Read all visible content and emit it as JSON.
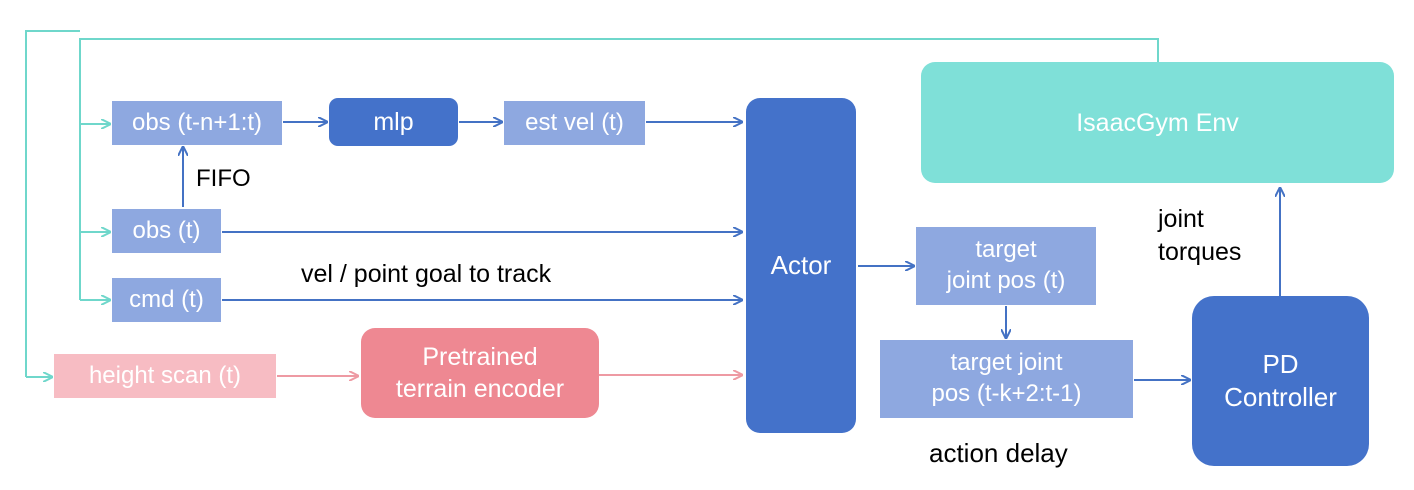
{
  "nodes": {
    "obs_hist": "obs (t-n+1:t)",
    "mlp": "mlp",
    "est_vel": "est vel (t)",
    "obs": "obs (t)",
    "cmd": "cmd (t)",
    "height_scan": "height scan (t)",
    "terrain_encoder": "Pretrained\nterrain encoder",
    "actor": "Actor",
    "target_joint_pos": "target\njoint pos (t)",
    "target_joint_pos_hist": "target joint\npos (t-k+2:t-1)",
    "pd_controller": "PD\nController",
    "env": "IsaacGym Env"
  },
  "labels": {
    "fifo": "FIFO",
    "command_note": "vel / point goal to track",
    "joint_torques": "joint\ntorques",
    "action_delay": "action delay"
  },
  "colors": {
    "dark_blue": "#4472CA",
    "light_blue": "#8EA8E0",
    "teal": "#7FE0D8",
    "pink": "#EE8892",
    "light_pink": "#F7BCC3",
    "arrow_blue": "#4472C4",
    "arrow_teal": "#6FD7CB",
    "arrow_pink": "#EE9AA3"
  }
}
